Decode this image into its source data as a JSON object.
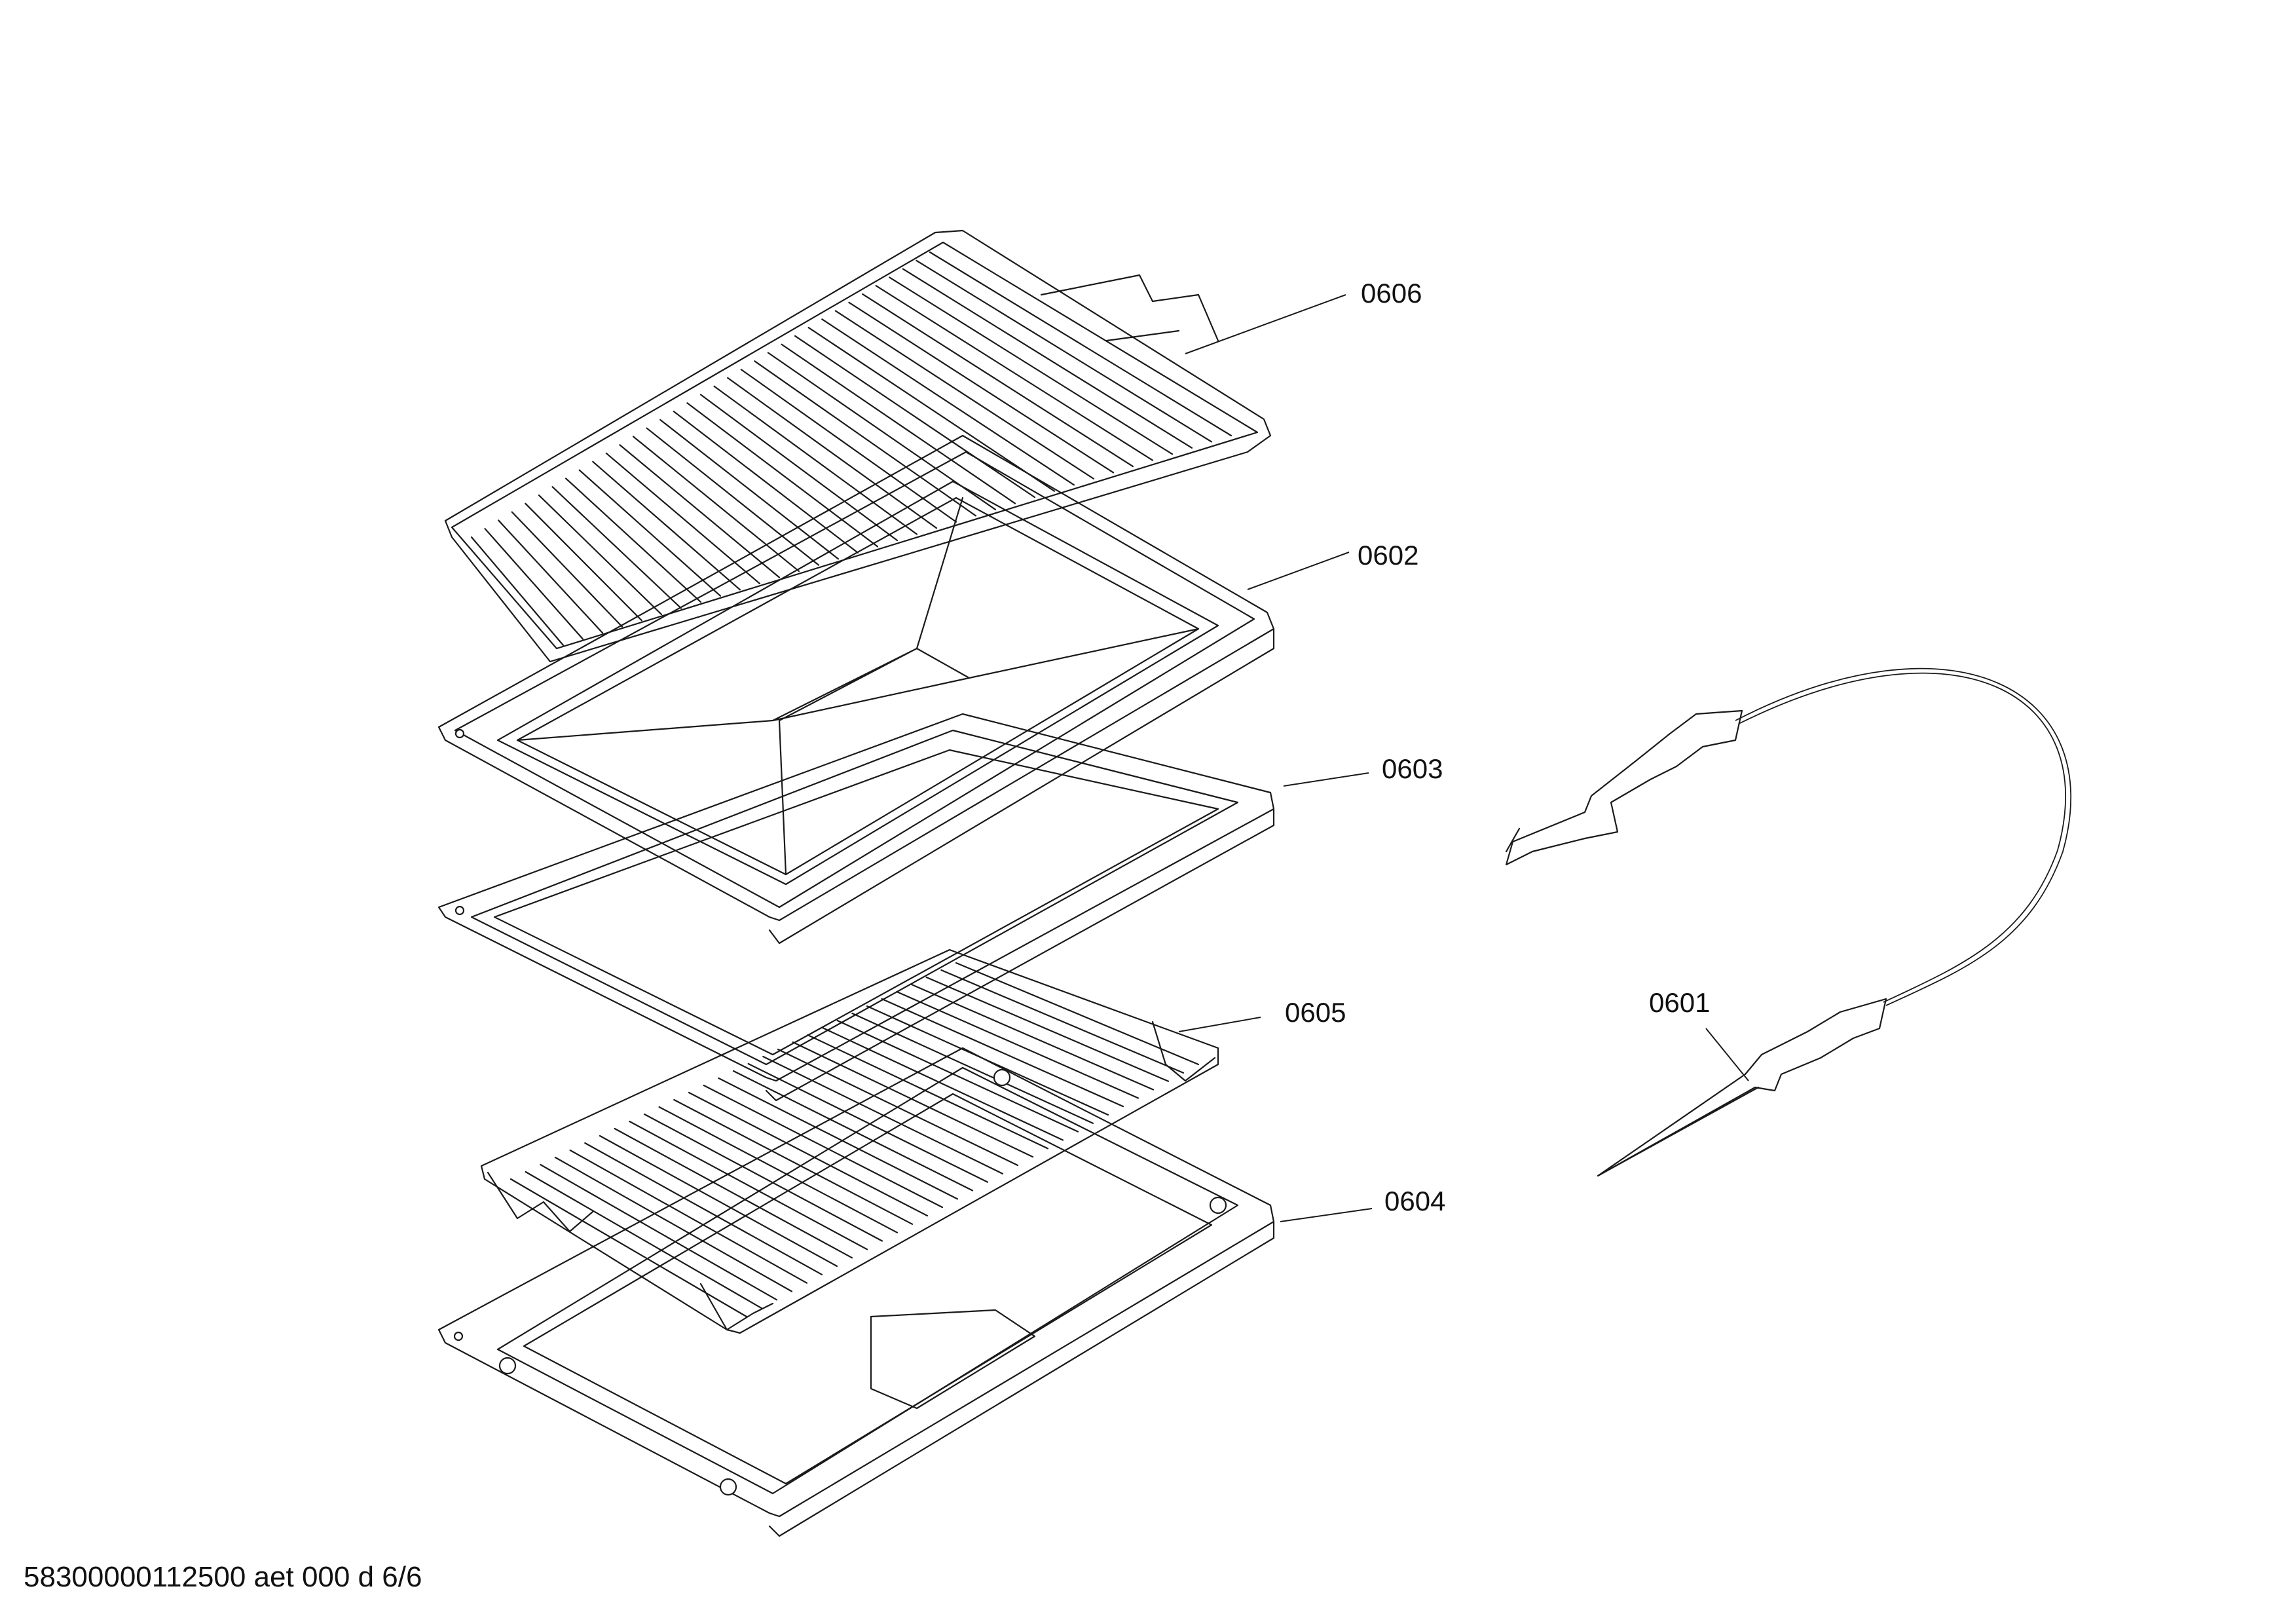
{
  "callouts": {
    "c0606": "0606",
    "c0602": "0602",
    "c0603": "0603",
    "c0605": "0605",
    "c0604": "0604",
    "c0601": "0601"
  },
  "footer": {
    "document_id": "58300000112500 aet 000 d 6/6"
  }
}
